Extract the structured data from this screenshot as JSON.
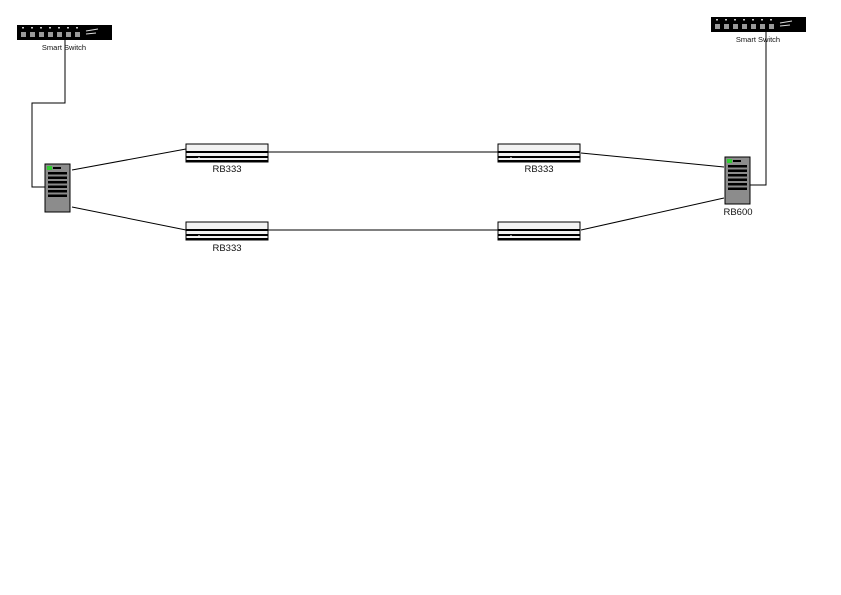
{
  "diagram": {
    "nodes": {
      "switch_left": {
        "label": "Smart Switch",
        "icon": "network-switch-icon"
      },
      "switch_right": {
        "label": "Smart Switch",
        "icon": "network-switch-icon"
      },
      "router_left": {
        "label": "",
        "icon": "router-tower-icon"
      },
      "router_right": {
        "label": "RB600",
        "icon": "router-tower-icon"
      },
      "bridge_top_left": {
        "label": "RB333",
        "icon": "rack-router-icon"
      },
      "bridge_top_right": {
        "label": "RB333",
        "icon": "rack-router-icon"
      },
      "bridge_bottom_left": {
        "label": "RB333",
        "icon": "rack-router-icon"
      },
      "bridge_bottom_right": {
        "label": "",
        "icon": "rack-router-icon"
      }
    },
    "colors": {
      "line": "#000000",
      "device_dark": "#000000",
      "device_body": "#8c8c8c",
      "led_green": "#33cc33",
      "panel_light": "#f2f2f2"
    }
  }
}
